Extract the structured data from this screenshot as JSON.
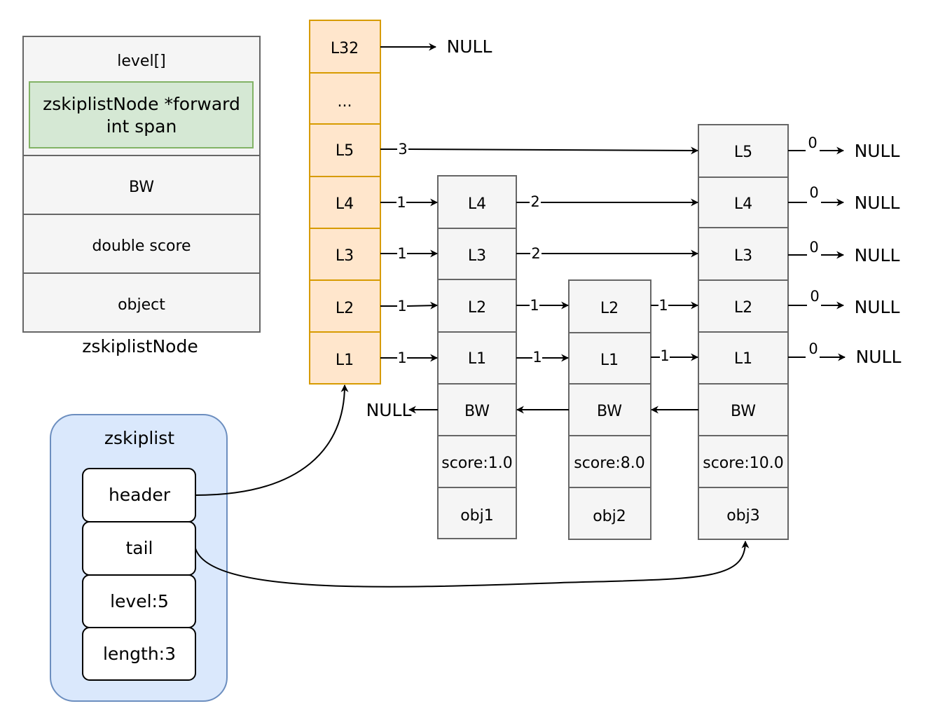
{
  "colors": {
    "gray_fill": "#f5f5f5",
    "gray_stroke": "#666666",
    "header_fill": "#ffe6cc",
    "header_stroke": "#d79b00",
    "green_fill": "#d5e8d4",
    "green_stroke": "#82b366",
    "blue_fill": "#dae8fc",
    "blue_stroke": "#6c8ebf",
    "line": "#000000"
  },
  "legend": {
    "level": "level[]",
    "forward": "zskiplistNode *forward",
    "span": "int span",
    "backward": "BW",
    "score": "double score",
    "object": "object",
    "caption": "zskiplistNode"
  },
  "header_node": {
    "L32": "L32",
    "ellipsis": "...",
    "L5": "L5",
    "L4": "L4",
    "L3": "L3",
    "L2": "L2",
    "L1": "L1"
  },
  "nodes": {
    "n1": {
      "L4": "L4",
      "L3": "L3",
      "L2": "L2",
      "L1": "L1",
      "bw": "BW",
      "score": "score:1.0",
      "obj": "obj1"
    },
    "n2": {
      "L2": "L2",
      "L1": "L1",
      "bw": "BW",
      "score": "score:8.0",
      "obj": "obj2"
    },
    "n3": {
      "L5": "L5",
      "L4": "L4",
      "L3": "L3",
      "L2": "L2",
      "L1": "L1",
      "bw": "BW",
      "score": "score:10.0",
      "obj": "obj3"
    }
  },
  "spans": {
    "h_L5": "3",
    "h_L4": "1",
    "h_L3": "1",
    "h_L2": "1",
    "h_L1": "1",
    "n1_L4": "2",
    "n1_L3": "2",
    "n1_L2": "1",
    "n1_L1": "1",
    "n2_L2": "1",
    "n2_L1": "1",
    "n3_L5": "0",
    "n3_L4": "0",
    "n3_L3": "0",
    "n3_L2": "0",
    "n3_L1": "0"
  },
  "null_label": "NULL",
  "zskiplist": {
    "title": "zskiplist",
    "header": "header",
    "tail": "tail",
    "level": "level:5",
    "length": "length:3"
  }
}
